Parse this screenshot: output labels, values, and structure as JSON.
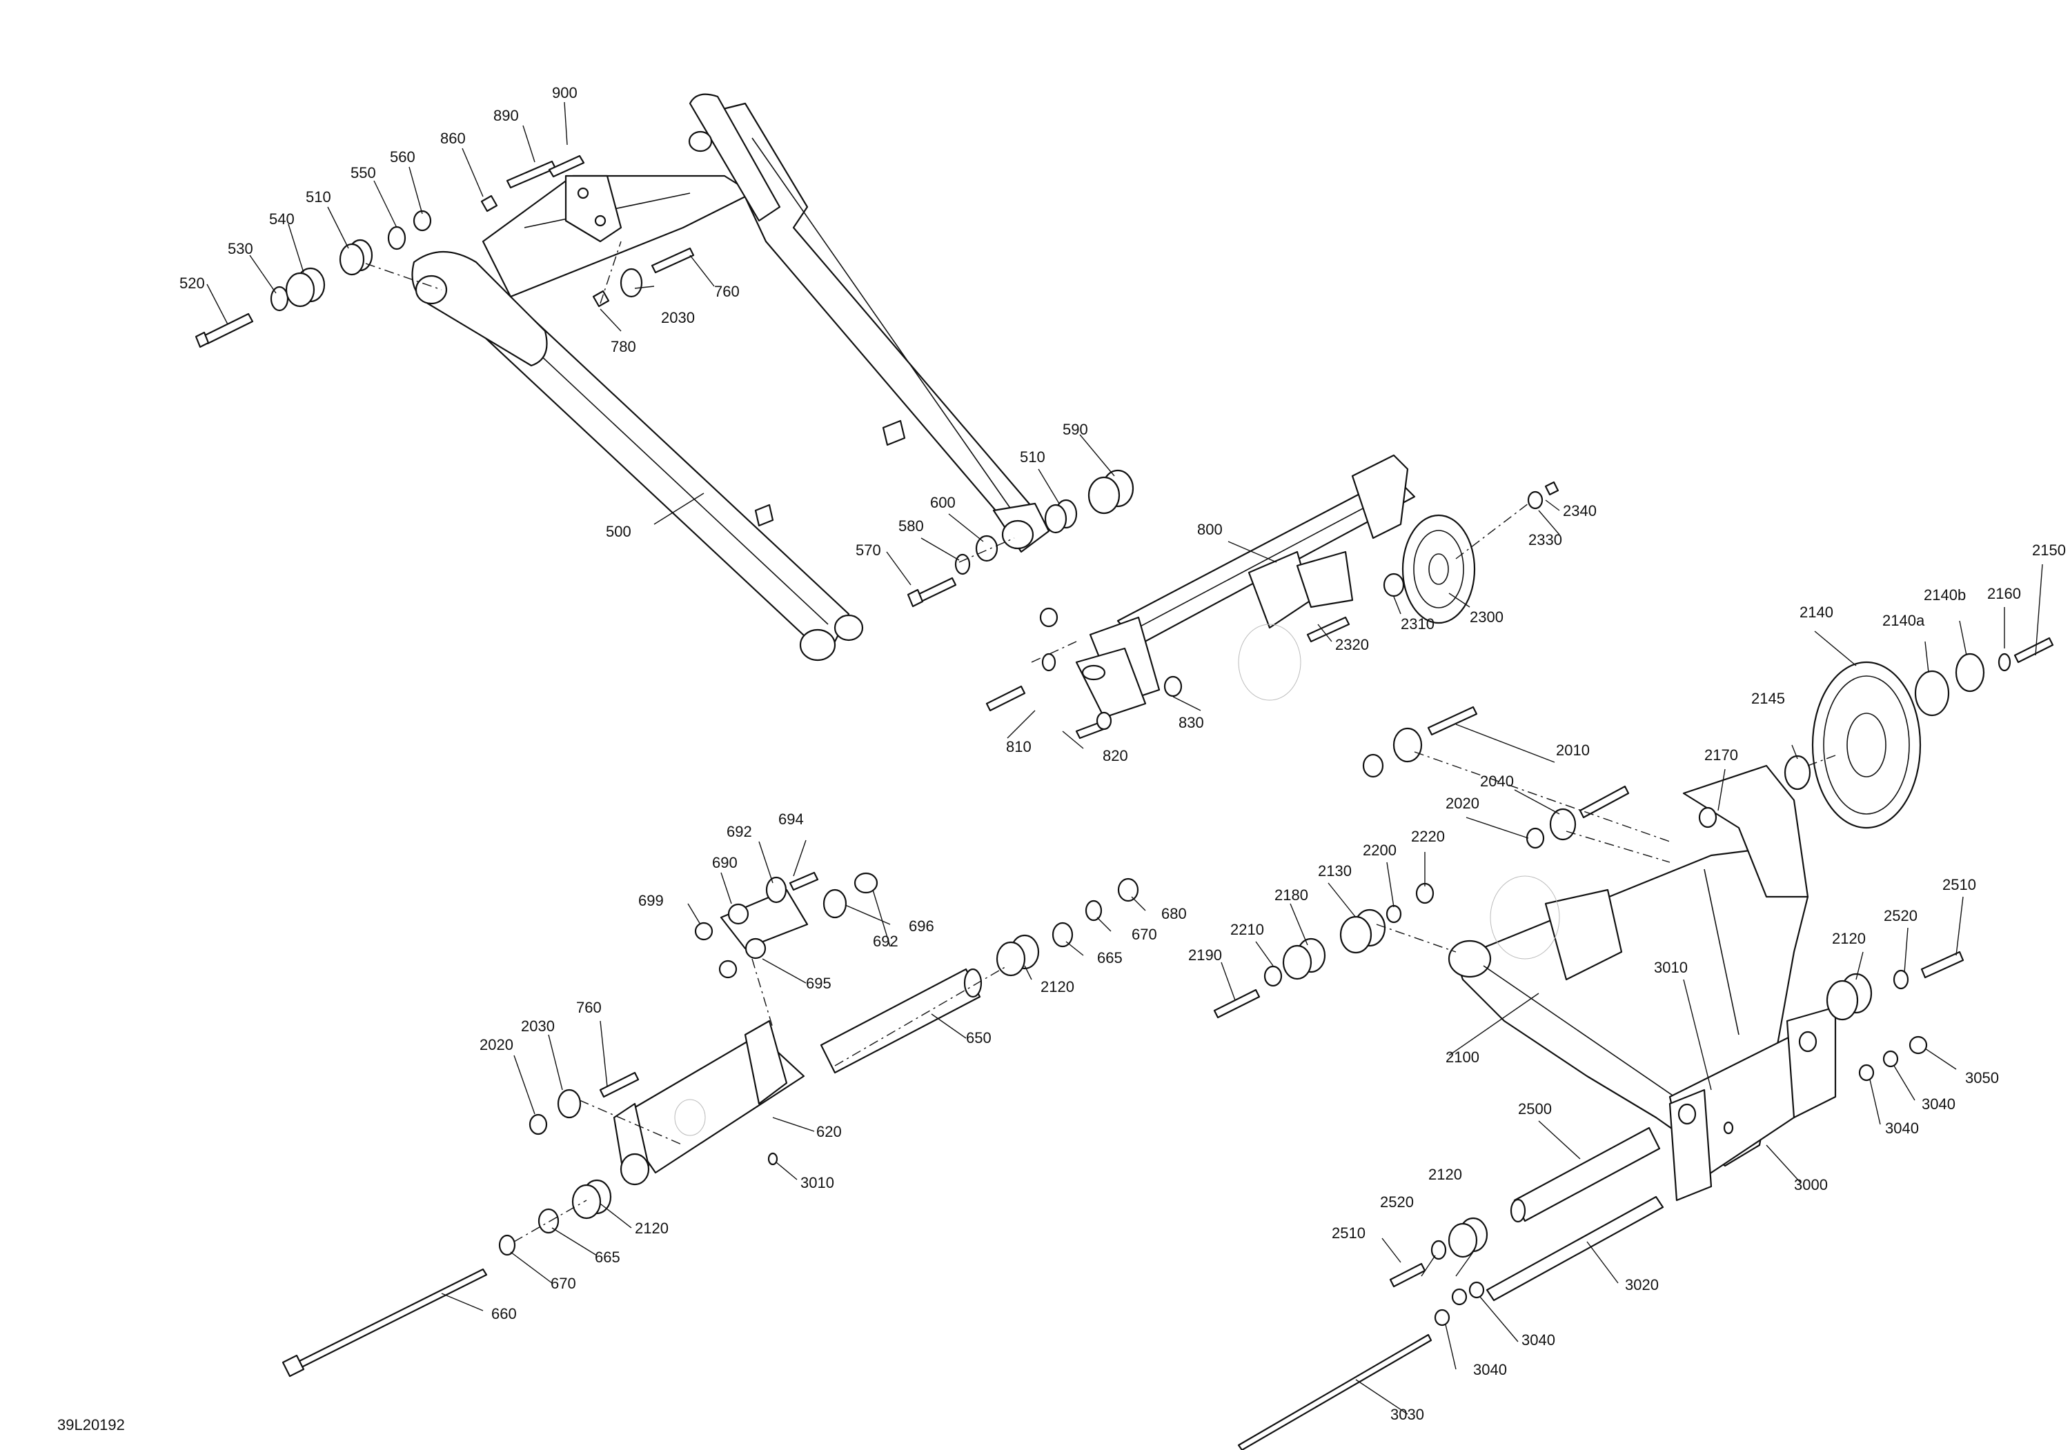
{
  "diagram_id": "39L20192",
  "part_numbers": [
    "900",
    "890",
    "860",
    "560",
    "550",
    "510",
    "540",
    "530",
    "520",
    "760",
    "2030",
    "780",
    "500",
    "590",
    "510",
    "600",
    "580",
    "570",
    "800",
    "2340",
    "2330",
    "2300",
    "2310",
    "2320",
    "830",
    "810",
    "820",
    "2150",
    "2160",
    "2140b",
    "2140a",
    "2140",
    "2145",
    "2170",
    "2010",
    "2040",
    "2020",
    "694",
    "692",
    "690",
    "699",
    "696",
    "692",
    "695",
    "680",
    "670",
    "665",
    "2120",
    "650",
    "760",
    "2030",
    "2020",
    "620",
    "3010",
    "2120",
    "665",
    "670",
    "660",
    "2220",
    "2200",
    "2130",
    "2180",
    "2210",
    "2190",
    "2100",
    "3010",
    "2510",
    "2520",
    "2120",
    "3050",
    "3040",
    "3040",
    "3000",
    "2500",
    "2120",
    "2520",
    "2510",
    "3020",
    "3040",
    "3040",
    "3030"
  ]
}
